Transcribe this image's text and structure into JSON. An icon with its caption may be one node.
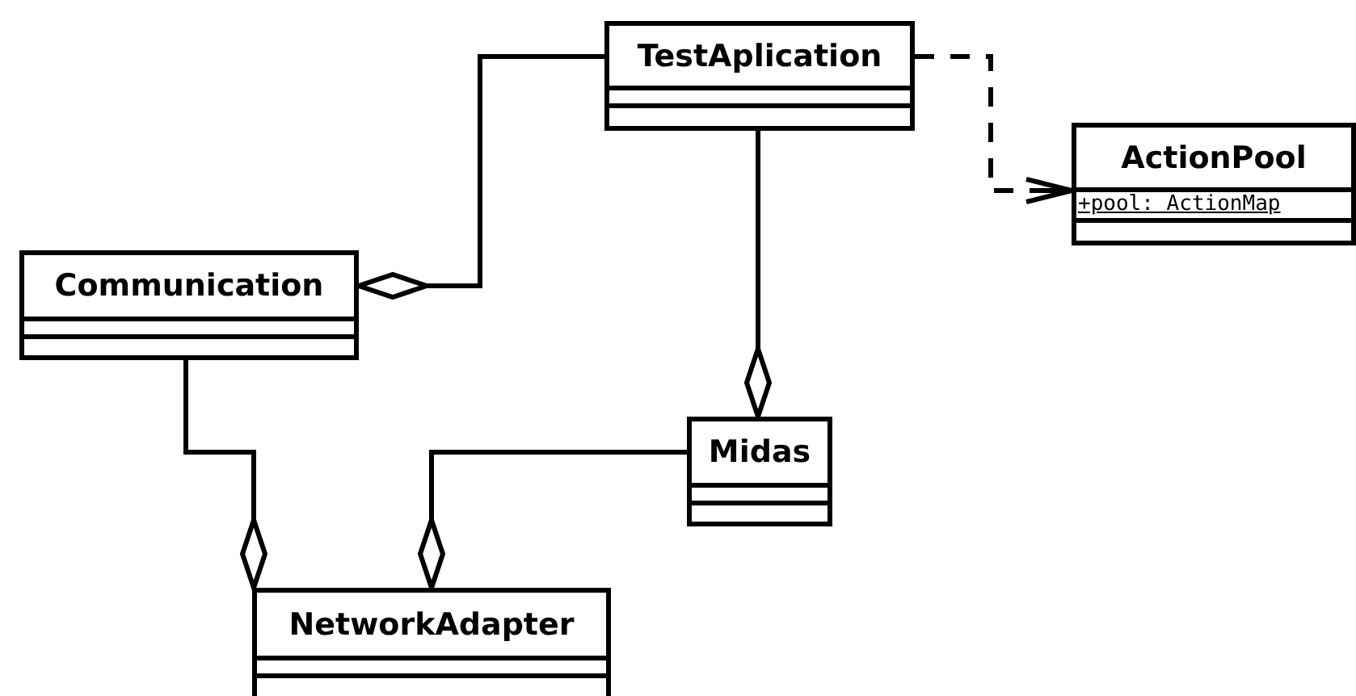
{
  "diagram": {
    "nodes": [
      {
        "text": [
          "TestAplication"
        ]
      },
      {
        "text": [
          "ActionPool",
          "+pool: ActionMap"
        ]
      },
      {
        "text": [
          "Communication"
        ]
      },
      {
        "text": [
          "Midas"
        ]
      },
      {
        "text": [
          "NetworkAdapter"
        ]
      }
    ],
    "edges": [
      {
        "from": 0,
        "to": 2,
        "arrow": "other"
      },
      {
        "from": 0,
        "to": 3,
        "arrow": "other"
      },
      {
        "from": 2,
        "to": 4,
        "arrow": "other"
      },
      {
        "from": 3,
        "to": 4,
        "arrow": "other"
      },
      {
        "from": 0,
        "to": 1,
        "arrow": "to",
        "style": "dashed"
      }
    ]
  }
}
